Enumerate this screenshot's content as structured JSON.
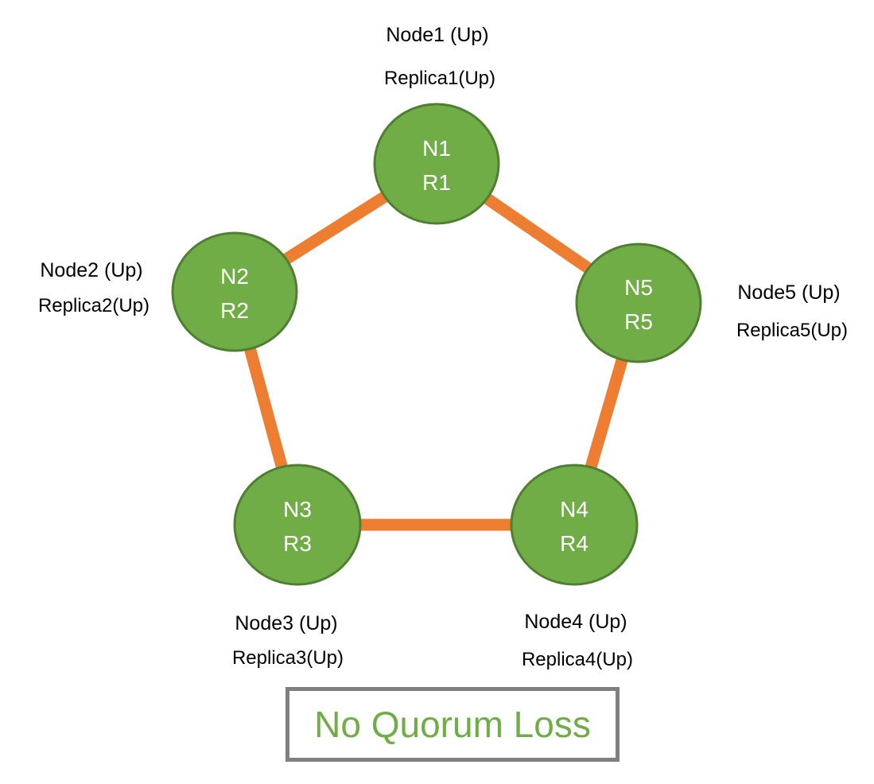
{
  "colors": {
    "node_fill": "#70ad47",
    "node_stroke": "#507e32",
    "edge": "#ed7d31",
    "status_text": "#70ad47",
    "status_border": "#7f7f7f"
  },
  "nodes": [
    {
      "id": "n1",
      "line1": "N1",
      "line2": "R1",
      "label_node": "Node1 (Up)",
      "label_replica": "Replica1(Up)"
    },
    {
      "id": "n2",
      "line1": "N2",
      "line2": "R2",
      "label_node": "Node2 (Up)",
      "label_replica": "Replica2(Up)"
    },
    {
      "id": "n3",
      "line1": "N3",
      "line2": "R3",
      "label_node": "Node3 (Up)",
      "label_replica": "Replica3(Up)"
    },
    {
      "id": "n4",
      "line1": "N4",
      "line2": "R4",
      "label_node": "Node4 (Up)",
      "label_replica": "Replica4(Up)"
    },
    {
      "id": "n5",
      "line1": "N5",
      "line2": "R5",
      "label_node": "Node5 (Up)",
      "label_replica": "Replica5(Up)"
    }
  ],
  "edges": [
    [
      "n1",
      "n2"
    ],
    [
      "n2",
      "n3"
    ],
    [
      "n3",
      "n4"
    ],
    [
      "n4",
      "n5"
    ],
    [
      "n5",
      "n1"
    ]
  ],
  "status": {
    "text": "No Quorum Loss"
  }
}
